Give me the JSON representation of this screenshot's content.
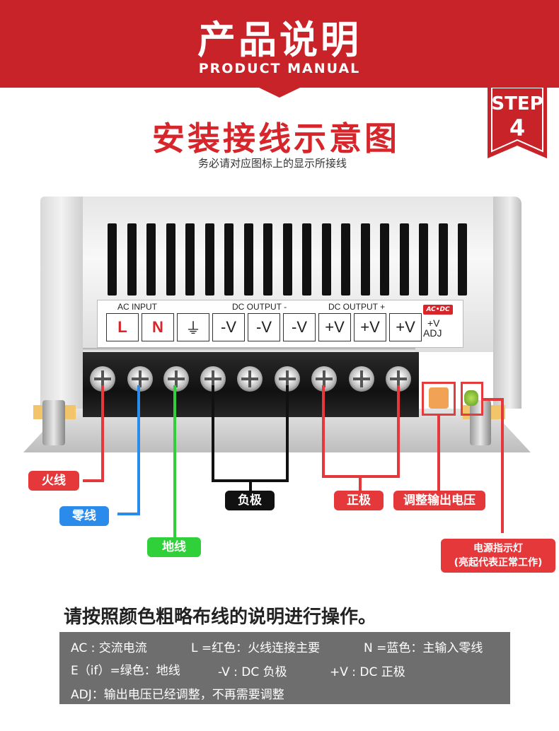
{
  "header": {
    "title": "产品说明",
    "subtitle": "PRODUCT MANUAL"
  },
  "step": {
    "label": "STEP",
    "number": "4"
  },
  "diagram": {
    "title": "安装接线示意图",
    "subtitle": "务必请对应图标上的显示所接线"
  },
  "device_label": {
    "ac_input": "AC INPUT",
    "dc_output_minus": "DC OUTPUT -",
    "dc_output_plus": "DC OUTPUT +",
    "acdc_badge": "AC•DC",
    "adj_v": "+V",
    "adj": "ADJ",
    "terminals": [
      "L",
      "N",
      "⏚",
      "-V",
      "-V",
      "-V",
      "+V",
      "+V",
      "+V"
    ]
  },
  "callouts": {
    "live": "火线",
    "neutral": "零线",
    "ground": "地线",
    "negative": "负极",
    "positive": "正极",
    "adjust": "调整输出电压",
    "led_line1": "电源指示灯",
    "led_line2": "(亮起代表正常工作)"
  },
  "instructions": {
    "heading": "请按照颜色粗略布线的说明进行操作。",
    "notes": [
      "AC : 交流电流",
      "L =红色：火线连接主要",
      "N =蓝色：主输入零线",
      "E（if）=绿色：地线",
      "-V : DC 负极",
      "+V : DC 正极",
      "ADJ：输出电压已经调整，不再需要调整"
    ]
  },
  "colors": {
    "brand_red": "#c9232a",
    "title_red": "#d7262b",
    "live_red": "#e5383b",
    "neutral_blue": "#2b8bea",
    "ground_green": "#2fd039",
    "negative_black": "#111111"
  }
}
